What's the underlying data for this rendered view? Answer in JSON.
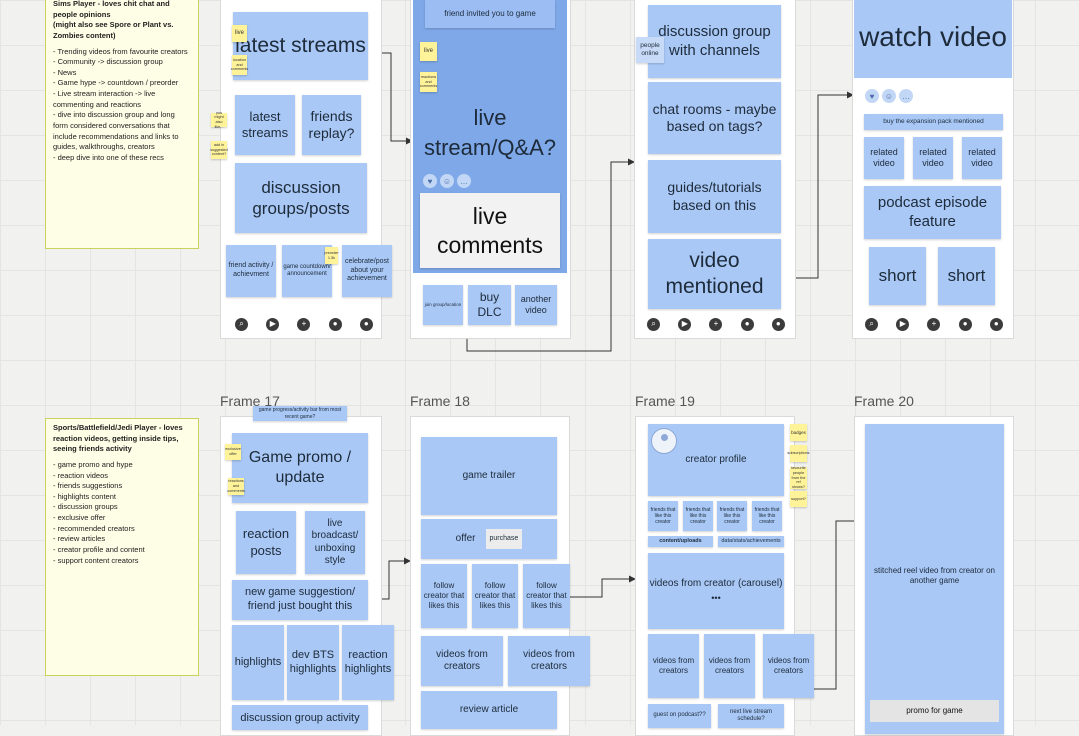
{
  "notes": {
    "sims": {
      "title": "Sims Player - loves chit chat and people opinions\n(might also see Spore or Plant vs. Zombies content)",
      "lines": [
        "- Trending videos from favourite creators",
        "- Community -> discussion group",
        "- News",
        "- Game hype -> countdown / preorder",
        "- Live stream interaction -> live commenting and reactions",
        "- dive into discussion group and long form considered conversations that include recommendations and links to guides, walkthroughs, creators",
        "- deep dive into one of these recs"
      ]
    },
    "sports": {
      "title": "Sports/Battlefield/Jedi Player - loves reaction videos, getting inside tips, seeing friends activity",
      "lines": [
        "- game promo and hype",
        "- reaction videos",
        "- friends suggestions",
        "- highlights content",
        "- discussion groups",
        "- exclusive offer",
        "- recommended creators",
        "- review articles",
        "- creator profile and content",
        "- support content creators"
      ]
    }
  },
  "frames": {
    "f17": "Frame 17",
    "f18": "Frame 18",
    "f19": "Frame 19",
    "f20": "Frame 20"
  },
  "top_row": {
    "c1": {
      "latest_streams_big": "latest streams",
      "latest_streams": "latest streams",
      "friends_replay": "friends replay?",
      "discussion_groups": "discussion groups/posts",
      "friend_activity": "friend activity / achievment",
      "game_countdown": "game countdown/ announcement",
      "celebrate": "celebrate/post about your achievement",
      "stickies": [
        "live",
        "location and comments",
        "you might also like...",
        "add in suggested content?",
        "preorder 1.5k"
      ]
    },
    "c2": {
      "friend_invited": "friend invited you to game",
      "live_stream": "live stream/Q&A?",
      "live_comments": "live comments",
      "join": "join group/location",
      "buy_dlc": "buy DLC",
      "another_video": "another video",
      "stickies": [
        "live",
        "reactions and comments"
      ]
    },
    "c3": {
      "people_online": "people online",
      "discussion_channels": "discussion group with channels",
      "chat_rooms": "chat rooms - maybe based on tags?",
      "guides": "guides/tutorials based on this",
      "video_mentioned": "video mentioned"
    },
    "c4": {
      "watch_video": "watch video",
      "buy_expansion": "buy the expansion pack mentioned",
      "related": [
        "related video",
        "related video",
        "related video"
      ],
      "podcast": "podcast episode feature",
      "shorts": [
        "short",
        "short"
      ]
    }
  },
  "bottom_row": {
    "f17": {
      "progress_bar": "game progress/activity bar from most recent game?",
      "game_promo": "Game promo / update",
      "reaction_posts": "reaction posts",
      "live_broadcast": "live broadcast/ unboxing style",
      "new_game": "new game suggestion/ friend just bought this",
      "highlights": "highlights",
      "dev_bts": "dev BTS highlights",
      "reaction_highlights": "reaction highlights",
      "discussion_activity": "discussion group activity",
      "stickies": [
        "exclusive offer",
        "reactions and comments"
      ]
    },
    "f18": {
      "game_trailer": "game trailer",
      "offer": "offer",
      "purchase": "purchase",
      "follow_creator": [
        "follow creator that likes this",
        "follow creator that likes this",
        "follow creator that likes this"
      ],
      "videos_from_creators": [
        "videos from creators",
        "videos from creators"
      ],
      "review_article": "review article"
    },
    "f19": {
      "creator_profile": "creator profile",
      "friends_like": [
        "friends that like this creator",
        "friends that like this creator",
        "friends that like this creator",
        "friends that like this creator"
      ],
      "content_uploads": "content/uploads",
      "data_stats": "data/stats/achievements",
      "videos_carousel": "videos from creator (carousel)",
      "dots": "•••",
      "videos_from_creators": [
        "videos from creators",
        "videos from creators",
        "videos from creators"
      ],
      "guest_podcast": "guest on podcast??",
      "next_live": "next live stream schedule?",
      "stickies": [
        "badges",
        "subscriptions",
        "favourite people from the ref shows?",
        "support?"
      ]
    },
    "f20": {
      "stitched": "stitched reel video from creator on another game",
      "promo": "promo for game"
    }
  },
  "icons": [
    "search-icon",
    "play-icon",
    "plus-icon",
    "chat-icon",
    "profile-icon"
  ]
}
